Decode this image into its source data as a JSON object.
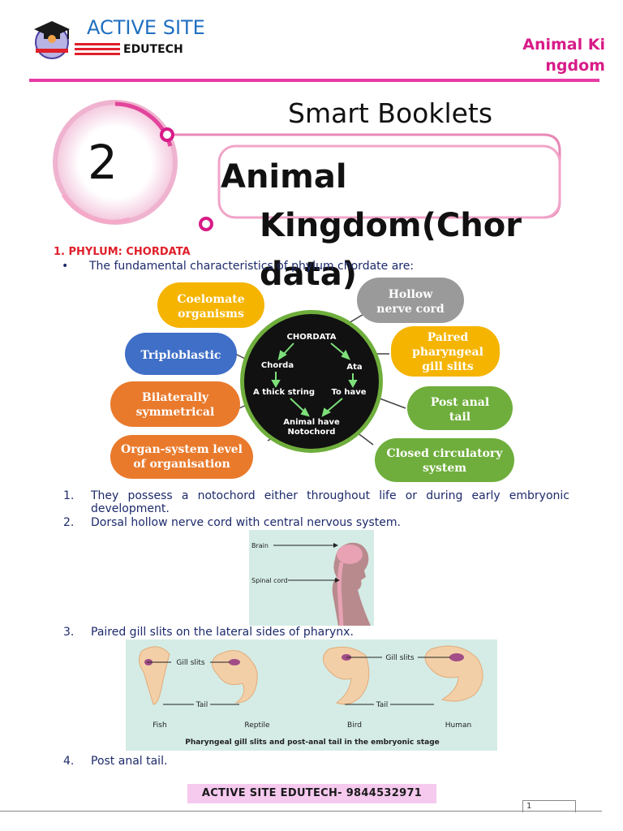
{
  "header": {
    "brand_name": "ACTIVE SITE",
    "brand_sub": "EDUTECH",
    "topic": "Animal Kingdom",
    "colors": {
      "brand_blue": "#1f6fbf",
      "pink": "#e83aa6",
      "magenta_text": "#d81b88",
      "red": "#e0202a"
    }
  },
  "title_block": {
    "booklet_label": "Smart Booklets",
    "chapter_number": "2",
    "chapter_title_line1": "Animal",
    "chapter_title_line2": "Kingdom(Chor",
    "chapter_title_line3": "data)"
  },
  "section": {
    "heading": "1. PHYLUM: CHORDATA",
    "bullet_dot": "•",
    "intro": "The fundamental characteristics of phylum chordate are:"
  },
  "diagram": {
    "center": {
      "title": "CHORDATA",
      "left_top": "Chorda",
      "right_top": "Ata",
      "left_mid": "A thick string",
      "right_mid": "To have",
      "bottom_line1": "Animal have",
      "bottom_line2": "Notochord"
    },
    "bubbles": {
      "coelomate": [
        "Coelomate",
        "organisms"
      ],
      "triploblastic": [
        "Triploblastic"
      ],
      "bilateral": [
        "Bilaterally",
        "symmetrical"
      ],
      "organ_system": [
        "Organ-system level",
        "of organisation"
      ],
      "hollow_nerve": [
        "Hollow",
        "nerve cord"
      ],
      "gill_slits": [
        "Paired",
        "pharyngeal",
        "gill slits"
      ],
      "post_anal": [
        "Post anal",
        "tail"
      ],
      "closed_circ": [
        "Closed circulatory",
        "system"
      ]
    },
    "colors": {
      "yellow": "#f5b400",
      "blue": "#3f6fc7",
      "orange": "#e97a2c",
      "grey": "#9a9a9a",
      "green": "#6fae3c",
      "black": "#111111"
    }
  },
  "list": [
    {
      "num": "1.",
      "text": "They possess a notochord either throughout life or during early embryonic development."
    },
    {
      "num": "2.",
      "text": "Dorsal hollow nerve cord with central nervous system."
    },
    {
      "num": "3.",
      "text": "Paired gill slits on the lateral sides of pharynx."
    },
    {
      "num": "4.",
      "text": "Post anal tail."
    }
  ],
  "figure_brain": {
    "label_brain": "Brain",
    "label_spinal": "Spinal cord"
  },
  "figure_embryo": {
    "label_gill_left": "Gill slits",
    "label_gill_right": "Gill slits",
    "label_tail_left": "Tail",
    "label_tail_right": "Tail",
    "names": [
      "Fish",
      "Reptile",
      "Bird",
      "Human"
    ],
    "caption": "Pharyngeal gill slits and post-anal tail in the embryonic stage"
  },
  "footer": {
    "text": "ACTIVE SITE EDUTECH- 9844532971",
    "page_number": "1"
  }
}
